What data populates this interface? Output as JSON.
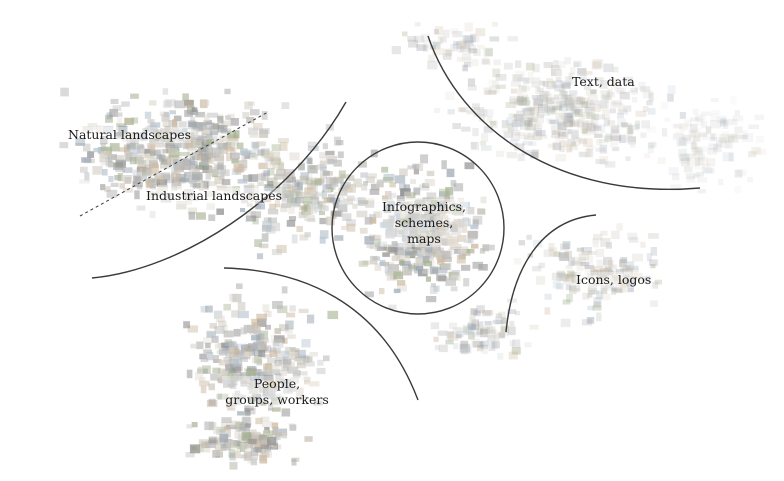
{
  "clusters": [
    {
      "id": "natural",
      "label": "Natural landscapes"
    },
    {
      "id": "industrial",
      "label": "Industrial landscapes"
    },
    {
      "id": "text",
      "label": "Text, data"
    },
    {
      "id": "info",
      "label_lines": [
        "Infographics,",
        "schemes,",
        "maps"
      ]
    },
    {
      "id": "icons",
      "label": "Icons, logos"
    },
    {
      "id": "people",
      "label_lines": [
        "People,",
        "groups, workers"
      ]
    }
  ],
  "colors": {
    "boundary": "#3a3a3a",
    "thumb_palette": [
      "#b8b8b8",
      "#c9c9c9",
      "#a9a9a9",
      "#d4cfc6",
      "#c2bcb2",
      "#9aa6b2",
      "#b7c4cf",
      "#cdb9a0",
      "#a3b08f",
      "#d8d2c4",
      "#e3dfd6",
      "#8f8f8f"
    ]
  }
}
